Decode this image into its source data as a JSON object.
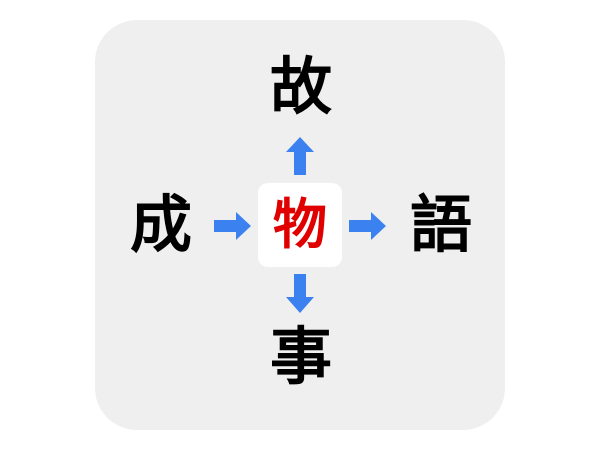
{
  "puzzle": {
    "type": "kanji-cross",
    "center": {
      "char": "物",
      "color": "#e00000"
    },
    "top": {
      "char": "故"
    },
    "left": {
      "char": "成"
    },
    "right": {
      "char": "語"
    },
    "bottom": {
      "char": "事"
    },
    "arrows": {
      "color": "#3b82f0",
      "top": "up",
      "left": "right",
      "right": "right",
      "bottom": "down"
    }
  },
  "colors": {
    "panel_background": "#efefef",
    "page_background": "#ffffff",
    "text": "#000000",
    "answer": "#e00000",
    "arrow": "#3b82f0"
  }
}
